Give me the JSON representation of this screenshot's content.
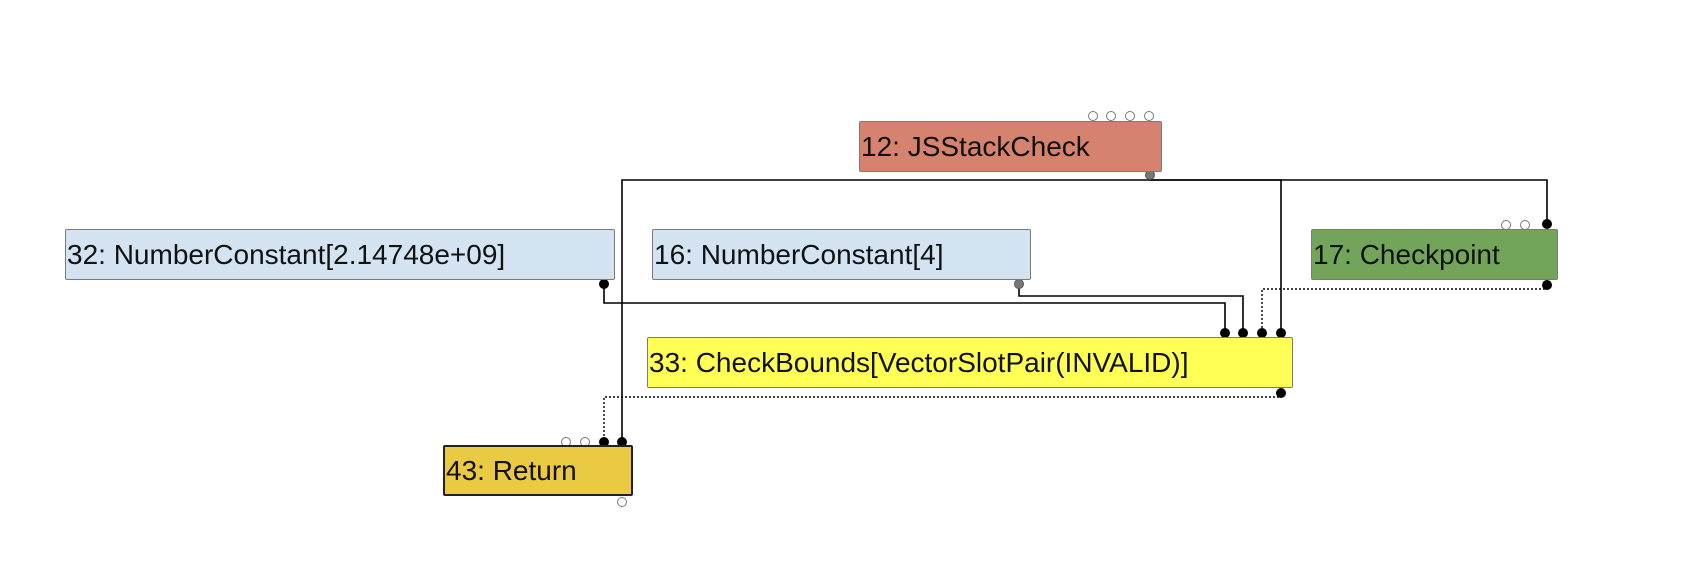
{
  "graph": {
    "nodes": [
      {
        "id": "n12",
        "label": "12: JSStackCheck",
        "color": "#d5826f"
      },
      {
        "id": "n32",
        "label": "32: NumberConstant[2.14748e+09]",
        "color": "#d4e3f2"
      },
      {
        "id": "n16",
        "label": "16: NumberConstant[4]",
        "color": "#d4e3f2"
      },
      {
        "id": "n17",
        "label": "17: Checkpoint",
        "color": "#72a45a"
      },
      {
        "id": "n33",
        "label": "33: CheckBounds[VectorSlotPair(INVALID)]",
        "color": "#ffff55"
      },
      {
        "id": "n43",
        "label": "43: Return",
        "color": "#eac943"
      }
    ],
    "edges": [
      {
        "from": "n32",
        "to": "n33",
        "kind": "value"
      },
      {
        "from": "n16",
        "to": "n33",
        "kind": "value"
      },
      {
        "from": "n17",
        "to": "n33",
        "kind": "effect"
      },
      {
        "from": "n12",
        "to": "n33",
        "kind": "control"
      },
      {
        "from": "n12",
        "to": "n17",
        "kind": "control"
      },
      {
        "from": "n12",
        "to": "n43",
        "kind": "control"
      },
      {
        "from": "n33",
        "to": "n43",
        "kind": "effect"
      }
    ]
  }
}
